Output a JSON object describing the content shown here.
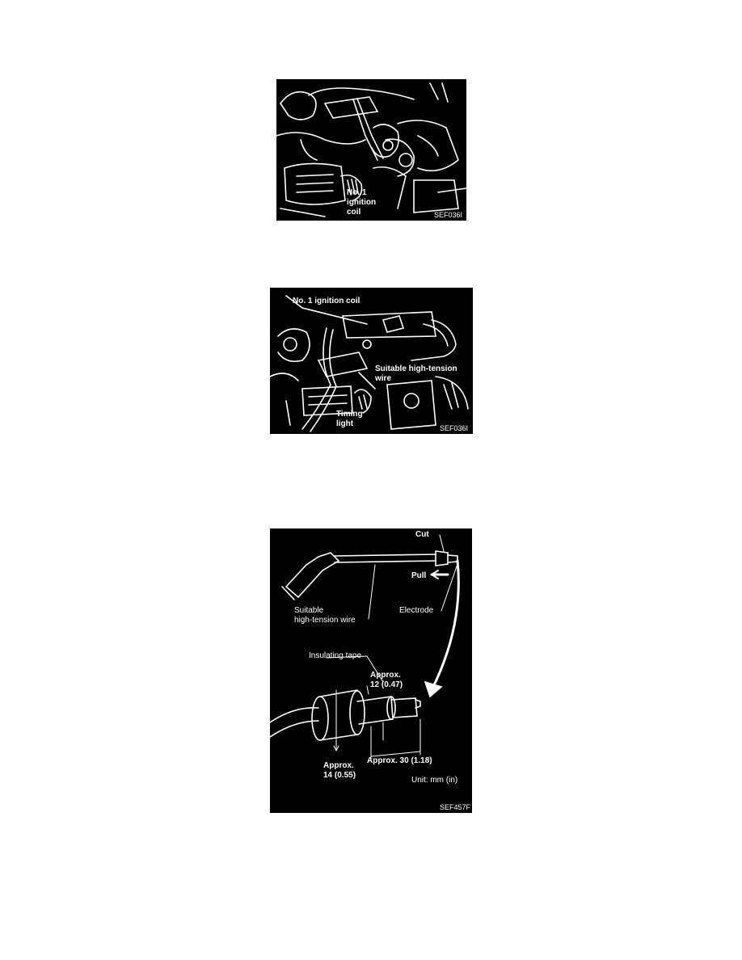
{
  "figures": [
    {
      "code": "SEF036I",
      "labels": {
        "coil_line1": "No. 1",
        "coil_line2": "ignition",
        "coil_line3": "coil"
      }
    },
    {
      "code": "SEF036I",
      "labels": {
        "coil": "No. 1 ignition coil",
        "wire_line1": "Suitable high-tension",
        "wire_line2": "wire",
        "timing_line1": "Timing",
        "timing_line2": "light"
      }
    },
    {
      "code": "SEF457F",
      "labels": {
        "cut": "Cut",
        "pull": "Pull",
        "wire_line1": "Suitable",
        "wire_line2": "high-tension wire",
        "electrode": "Electrode",
        "tape": "Insulating tape",
        "approx12_line1": "Approx.",
        "approx12_line2": "12 (0.47)",
        "approx14_line1": "Approx.",
        "approx14_line2": "14 (0.55)",
        "approx30": "Approx. 30 (1.18)",
        "unit": "Unit: mm (in)"
      }
    }
  ]
}
